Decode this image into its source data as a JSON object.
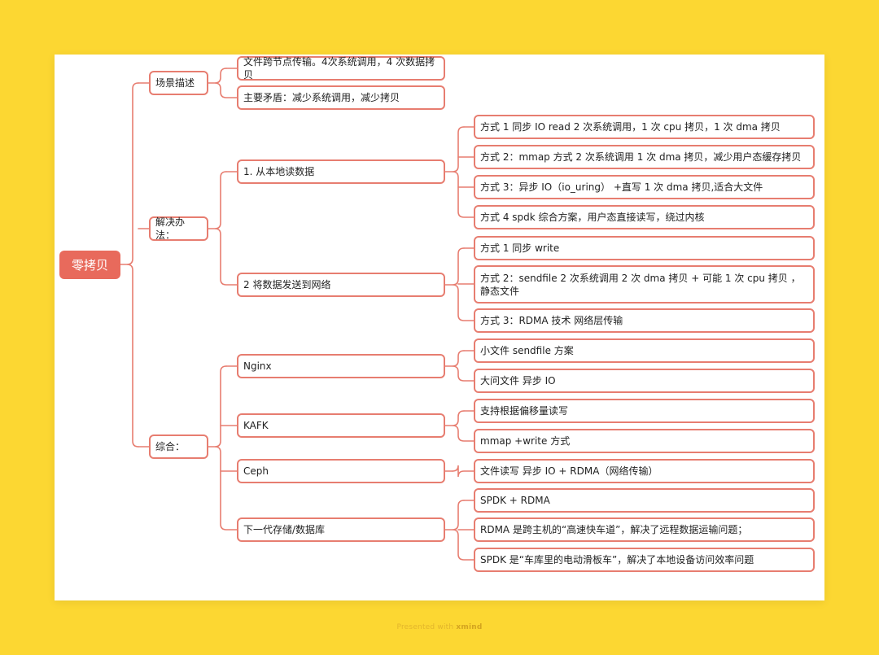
{
  "root": "零拷贝",
  "branches": {
    "scenario": {
      "label": "场景描述",
      "items": [
        "文件跨节点传输。4次系统调用，4 次数据拷贝",
        "主要矛盾：减少系统调用，减少拷贝"
      ]
    },
    "solutions": {
      "label": "解决办法：",
      "local_read": {
        "label": "1. 从本地读数据",
        "items": [
          "方式 1  同步 IO read  2 次系统调用，1 次 cpu 拷贝，1 次 dma 拷贝",
          "方式 2：mmap 方式  2 次系统调用  1 次 dma 拷贝，减少用户态缓存拷贝",
          "方式 3：异步 IO（io_uring） +直写  1 次 dma 拷贝,适合大文件",
          "方式 4 spdk 综合方案，用户态直接读写，绕过内核"
        ]
      },
      "network_send": {
        "label": "2 将数据发送到网络",
        "items": [
          "方式 1 同步 write",
          "方式 2：sendfile  2 次系统调用 2 次 dma 拷贝 + 可能 1 次 cpu 拷贝 ，静态文件",
          "方式 3：RDMA 技术  网络层传输"
        ]
      }
    },
    "summary": {
      "label": "综合：",
      "nginx": {
        "label": "Nginx",
        "items": [
          "小文件 sendfile 方案",
          "大问文件 异步 IO"
        ]
      },
      "kafka": {
        "label": "KAFK",
        "items": [
          "支持根据偏移量读写",
          "mmap +write 方式"
        ]
      },
      "ceph": {
        "label": "Ceph",
        "items": [
          "文件读写 异步 IO + RDMA（网络传输）"
        ]
      },
      "nextgen": {
        "label": "下一代存储/数据库",
        "items": [
          "SPDK + RDMA",
          "RDMA 是跨主机的“高速快车道”，解决了远程数据运输问题；",
          "SPDK 是“车库里的电动滑板车”，解决了本地设备访问效率问题"
        ]
      }
    }
  },
  "footer": {
    "prefix": "Presented with",
    "brand": "xmind"
  },
  "colors": {
    "background": "#FCD732",
    "line": "#E77D70",
    "root": "#E86A5C"
  }
}
